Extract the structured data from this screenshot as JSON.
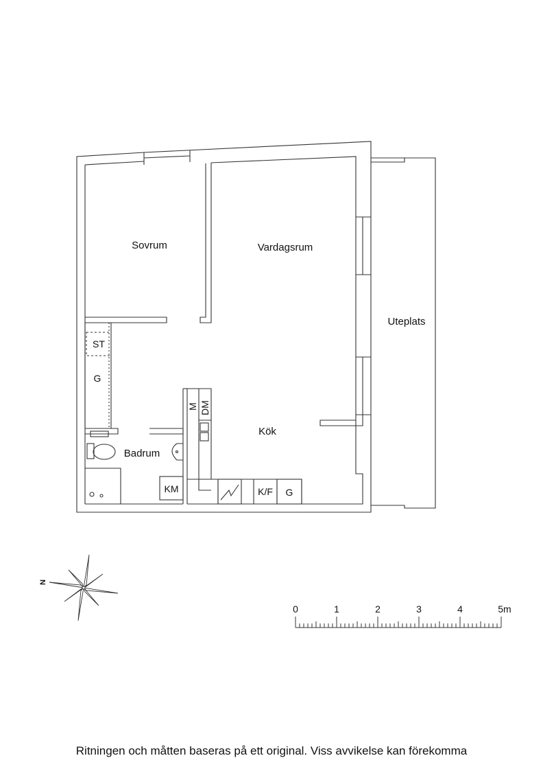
{
  "rooms": {
    "sovrum": "Sovrum",
    "vardagsrum": "Vardagsrum",
    "uteplats": "Uteplats",
    "kok": "Kök",
    "badrum": "Badrum"
  },
  "fixtures": {
    "st": "ST",
    "g_hall": "G",
    "m": "M",
    "dm": "DM",
    "km": "KM",
    "kf": "K/F",
    "g_kitchen": "G"
  },
  "compass": {
    "north": "N"
  },
  "scale": {
    "ticks": [
      "0",
      "1",
      "2",
      "3",
      "4",
      "5m"
    ]
  },
  "footer": {
    "disclaimer": "Ritningen och måtten baseras på ett original. Viss avvikelse kan förekomma"
  }
}
